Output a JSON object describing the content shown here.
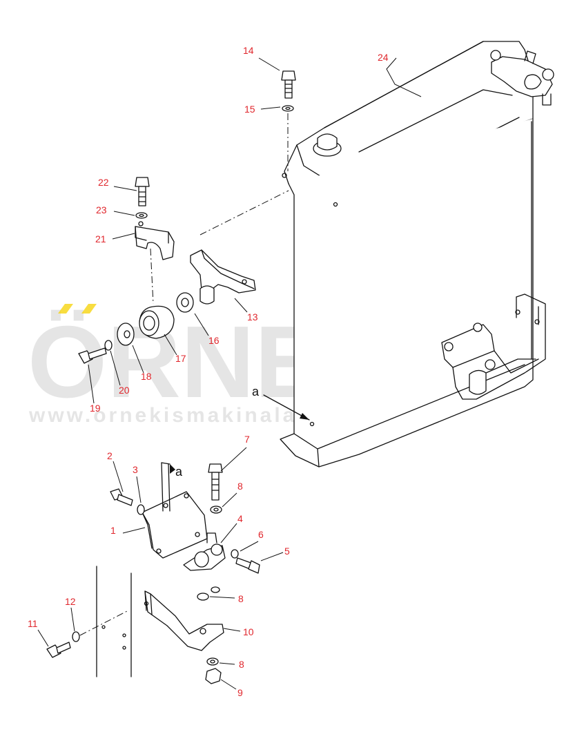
{
  "diagram": {
    "part_numbers": [
      "1",
      "2",
      "3",
      "4",
      "5",
      "6",
      "7",
      "8",
      "8",
      "8",
      "9",
      "10",
      "11",
      "12",
      "13",
      "14",
      "15",
      "16",
      "17",
      "18",
      "19",
      "20",
      "21",
      "22",
      "23",
      "24"
    ],
    "view_letters": [
      "a",
      "a"
    ]
  },
  "watermark": {
    "brand": "ÖRNEK",
    "url": "www.ornekismakinalari.com.tr",
    "colors": {
      "letters": "#d0d0d0",
      "accent": "#f5d200"
    }
  }
}
